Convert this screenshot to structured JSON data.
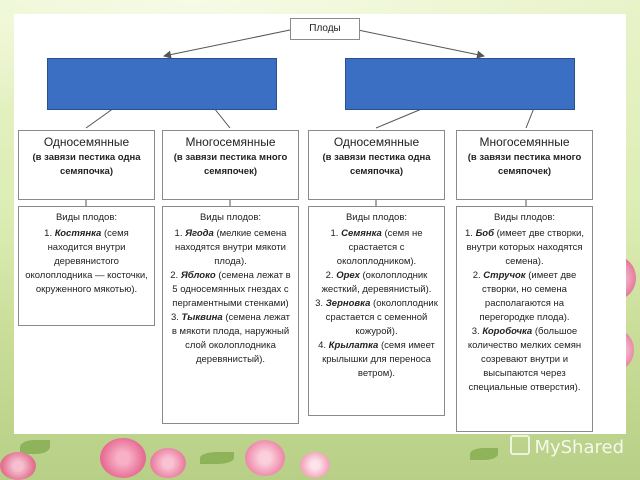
{
  "root": {
    "label": "Плоды"
  },
  "columns": [
    {
      "title": "Односемянные",
      "subtitle": "(в завязи пестика одна семяпочка)",
      "list_heading": "Виды плодов:",
      "items": [
        {
          "num": "1.",
          "name": "Костянка",
          "rest": "(семя находится внутри деревянистого околоплодника — косточки, окруженного мякотью)."
        }
      ]
    },
    {
      "title": "Многосемянные",
      "subtitle": "(в завязи пестика много семяпочек)",
      "list_heading": "Виды плодов:",
      "items": [
        {
          "num": "1.",
          "name": "Ягода",
          "rest": "(мелкие семена находятся внутри мякоти плода)."
        },
        {
          "num": "2.",
          "name": "Яблоко",
          "rest": "(семена лежат в 5 односемянных гнездах с пергаментными стенками)"
        },
        {
          "num": "3.",
          "name": "Тыквина",
          "rest": "(семена лежат в мякоти плода, наружный слой околоплодника деревянистый)."
        }
      ]
    },
    {
      "title": "Односемянные",
      "subtitle": "(в завязи пестика одна семяпочка)",
      "list_heading": "Виды плодов:",
      "items": [
        {
          "num": "1.",
          "name": "Семянка",
          "rest": "(семя не срастается с околоплодником)."
        },
        {
          "num": "2.",
          "name": "Орех",
          "rest": "(околоплодник жесткий, деревянистый)."
        },
        {
          "num": "3.",
          "name": "Зерновка",
          "rest": "(околоплодник срастается с семенной кожурой)."
        },
        {
          "num": "4.",
          "name": "Крылатка",
          "rest": "(семя имеет крылышки для переноса ветром)."
        }
      ]
    },
    {
      "title": "Многосемянные",
      "subtitle": "(в завязи пестика много семяпочек)",
      "list_heading": "Виды плодов:",
      "items": [
        {
          "num": "1.",
          "name": "Боб",
          "rest": "(имеет две створки, внутри которых находятся семена)."
        },
        {
          "num": "2.",
          "name": "Стручок",
          "rest": "(имеет две створки, но семена располагаются на перегородке плода)."
        },
        {
          "num": "3.",
          "name": "Коробочка",
          "rest": "(большое количество мелких семян созревают внутри и высыпаются через специальные отверстия)."
        }
      ]
    }
  ],
  "colors": {
    "blue_box": "#3a6fc4",
    "border": "#8a8a8a"
  },
  "watermark": {
    "text": "MyShared",
    "icon": "presentation-icon"
  }
}
